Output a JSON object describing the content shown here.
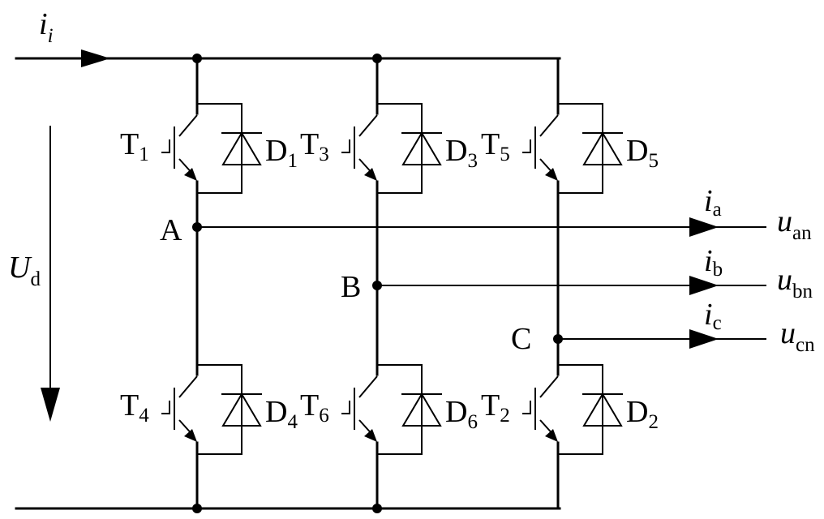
{
  "input_current": {
    "symbol": "i",
    "sub": "i"
  },
  "dc_voltage": {
    "symbol": "U",
    "sub": "d"
  },
  "nodes": [
    "A",
    "B",
    "C"
  ],
  "switches": [
    {
      "t": "T",
      "tsub": "1",
      "d": "D",
      "dsub": "1"
    },
    {
      "t": "T",
      "tsub": "3",
      "d": "D",
      "dsub": "3"
    },
    {
      "t": "T",
      "tsub": "5",
      "d": "D",
      "dsub": "5"
    },
    {
      "t": "T",
      "tsub": "4",
      "d": "D",
      "dsub": "4"
    },
    {
      "t": "T",
      "tsub": "6",
      "d": "D",
      "dsub": "6"
    },
    {
      "t": "T",
      "tsub": "2",
      "d": "D",
      "dsub": "2"
    }
  ],
  "outputs": [
    {
      "i": "i",
      "isub": "a",
      "u": "u",
      "usub": "an"
    },
    {
      "i": "i",
      "isub": "b",
      "u": "u",
      "usub": "bn"
    },
    {
      "i": "i",
      "isub": "c",
      "u": "u",
      "usub": "cn"
    }
  ]
}
